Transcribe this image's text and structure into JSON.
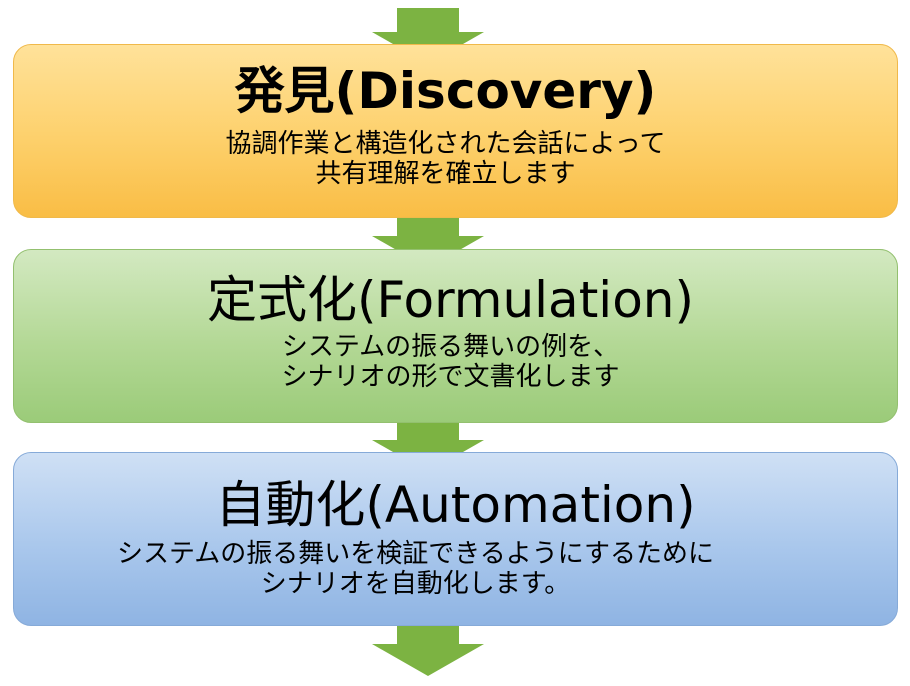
{
  "diagram": {
    "arrow_color": "#7cb342",
    "stages": [
      {
        "id": "discovery",
        "title": "発見(Discovery)",
        "lines": [
          "協調作業と構造化された会話によって",
          "共有理解を確立します"
        ],
        "color": "#fdd06b"
      },
      {
        "id": "formulation",
        "title": "定式化(Formulation)",
        "lines": [
          "システムの振る舞いの例を、",
          "シナリオの形で文書化します"
        ],
        "color": "#b3d895"
      },
      {
        "id": "automation",
        "title": "自動化(Automation)",
        "lines": [
          "システムの振る舞いを検証できるようにするために",
          "シナリオを自動化します。"
        ],
        "color": "#a9c7ec"
      }
    ]
  }
}
